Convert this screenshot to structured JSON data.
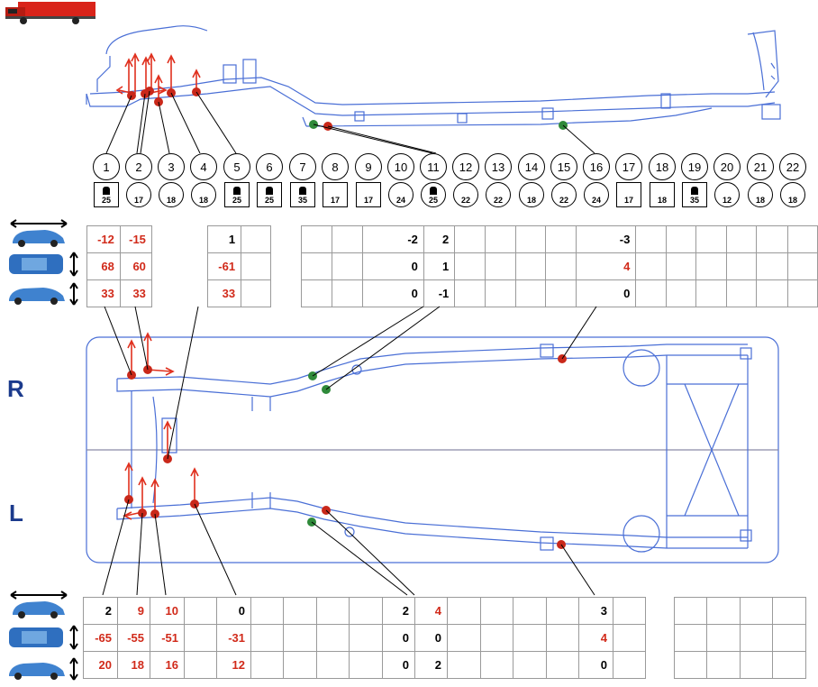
{
  "side_labels": {
    "right": "R",
    "left": "L"
  },
  "point_numbers": [
    "1",
    "2",
    "3",
    "4",
    "5",
    "6",
    "7",
    "8",
    "9",
    "10",
    "11",
    "12",
    "13",
    "14",
    "15",
    "16",
    "17",
    "18",
    "19",
    "20",
    "21",
    "22"
  ],
  "symbol_values": [
    "25",
    "17",
    "18",
    "18",
    "25",
    "25",
    "35",
    "17",
    "17",
    "24",
    "25",
    "22",
    "22",
    "18",
    "22",
    "24",
    "17",
    "18",
    "35",
    "12",
    "18",
    "18"
  ],
  "right_table": {
    "rows": [
      [
        "-12",
        "-15",
        "",
        "1",
        "",
        "",
        "",
        "",
        "-2",
        "2",
        "",
        "",
        "",
        "",
        "-3",
        "",
        "",
        "",
        "",
        "",
        ""
      ],
      [
        "68",
        "60",
        "",
        "-61",
        "",
        "",
        "",
        "",
        "0",
        "1",
        "",
        "",
        "",
        "",
        "4",
        "",
        "",
        "",
        "",
        "",
        ""
      ],
      [
        "33",
        "33",
        "",
        "33",
        "",
        "",
        "",
        "",
        "0",
        "-1",
        "",
        "",
        "",
        "",
        "0",
        "",
        "",
        "",
        "",
        "",
        ""
      ]
    ]
  },
  "left_table": {
    "rows": [
      [
        "2",
        "9",
        "10",
        "",
        "0",
        "",
        "",
        "",
        "",
        "2",
        "4",
        "",
        "",
        "",
        "",
        "3",
        ""
      ],
      [
        "-65",
        "-55",
        "-51",
        "",
        "-31",
        "",
        "",
        "",
        "",
        "0",
        "0",
        "",
        "",
        "",
        "",
        "4",
        ""
      ],
      [
        "20",
        "18",
        "16",
        "",
        "12",
        "",
        "",
        "",
        "",
        "0",
        "2",
        "",
        "",
        "",
        "",
        "0",
        ""
      ]
    ]
  },
  "colors": {
    "frame": "#4a6fd6",
    "red_value": "#d12a1a",
    "arrow": "#e0301e",
    "point_red": "#c9281a",
    "point_green": "#2f8a3a",
    "side_label": "#1b3a8c"
  }
}
